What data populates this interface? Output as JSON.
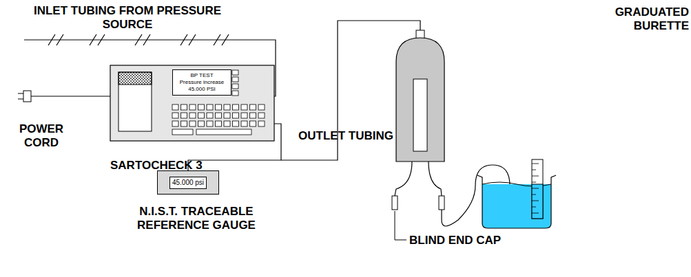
{
  "diagram": {
    "nodes": [
      {
        "text": [
          "SARTOCHECK 3"
        ]
      },
      {
        "text": [
          "BP TEST",
          "Pressure increase",
          "45.000 PSI"
        ],
        "in": 0
      },
      {
        "text": [
          "45.000 psi"
        ]
      }
    ],
    "edges": [
      {
        "from": 0,
        "to": 2,
        "arrow": "none"
      }
    ],
    "labels": [
      "INLET TUBING FROM PRESSURE SOURCE",
      "POWER CORD",
      "OUTLET TUBING",
      "N.I.S.T. TRACEABLE REFERENCE GAUGE",
      "BLIND END CAP",
      "GRADUATED BURETTE"
    ]
  }
}
